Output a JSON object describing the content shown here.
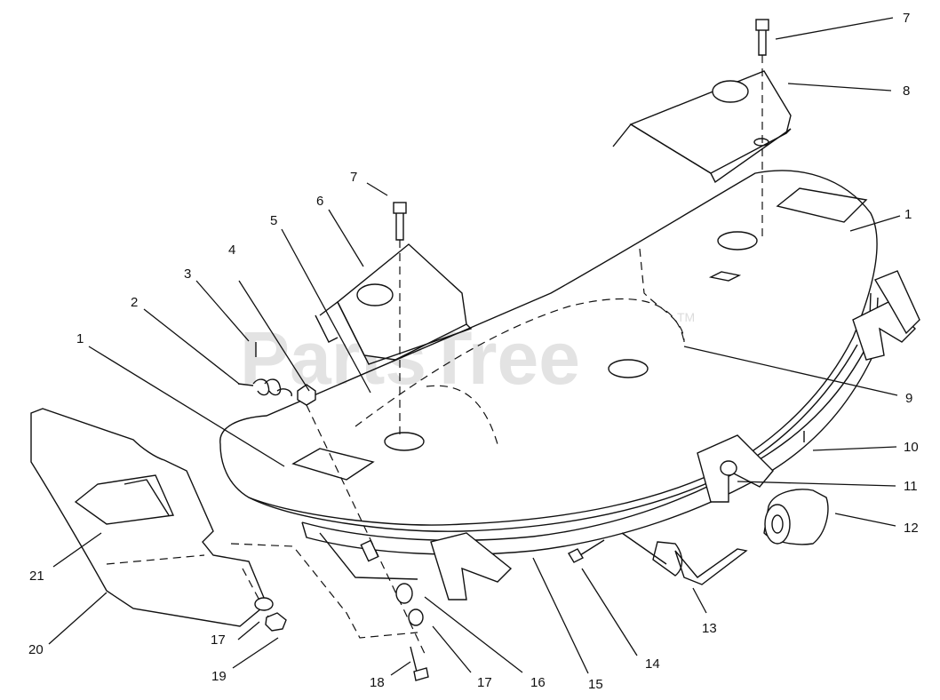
{
  "watermark": {
    "text": "PartsTree",
    "trademark": "TM"
  },
  "callouts": [
    {
      "id": "c1a",
      "label": "1"
    },
    {
      "id": "c1b",
      "label": "1"
    },
    {
      "id": "c2",
      "label": "2"
    },
    {
      "id": "c3",
      "label": "3"
    },
    {
      "id": "c4",
      "label": "4"
    },
    {
      "id": "c5",
      "label": "5"
    },
    {
      "id": "c6",
      "label": "6"
    },
    {
      "id": "c7a",
      "label": "7"
    },
    {
      "id": "c7b",
      "label": "7"
    },
    {
      "id": "c8",
      "label": "8"
    },
    {
      "id": "c9",
      "label": "9"
    },
    {
      "id": "c10",
      "label": "10"
    },
    {
      "id": "c11",
      "label": "11"
    },
    {
      "id": "c12",
      "label": "12"
    },
    {
      "id": "c13",
      "label": "13"
    },
    {
      "id": "c14",
      "label": "14"
    },
    {
      "id": "c15",
      "label": "15"
    },
    {
      "id": "c16",
      "label": "16"
    },
    {
      "id": "c17a",
      "label": "17"
    },
    {
      "id": "c17b",
      "label": "17"
    },
    {
      "id": "c18",
      "label": "18"
    },
    {
      "id": "c19",
      "label": "19"
    },
    {
      "id": "c20",
      "label": "20"
    },
    {
      "id": "c21",
      "label": "21"
    }
  ]
}
